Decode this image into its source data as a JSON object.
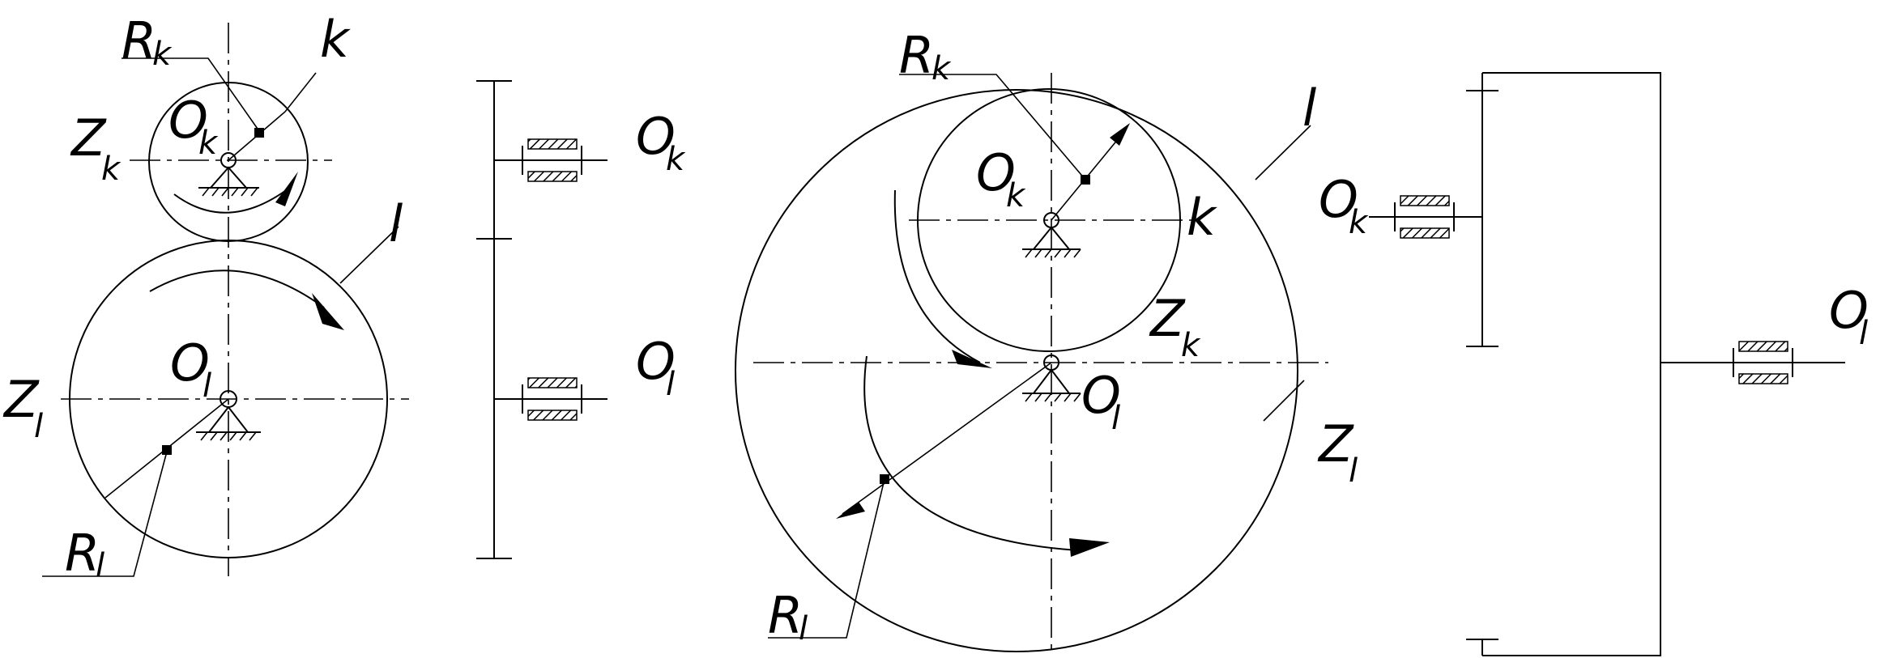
{
  "left_view": {
    "labels": {
      "Rk_main": "R",
      "Rk_sub": "k",
      "k": "k",
      "Zk_main": "Z",
      "Zk_sub": "k",
      "Ok_main": "O",
      "Ok_sub": "k",
      "l": "l",
      "Ol_main": "O",
      "Ol_sub": "l",
      "Zl_main": "Z",
      "Zl_sub": "l",
      "Rl_main": "R",
      "Rl_sub": "l"
    },
    "shaft_labels": {
      "Ok_main": "O",
      "Ok_sub": "k",
      "Ol_main": "O",
      "Ol_sub": "l"
    }
  },
  "right_view": {
    "labels": {
      "Rk_main": "R",
      "Rk_sub": "k",
      "l": "l",
      "Ok_main": "O",
      "Ok_sub": "k",
      "k": "k",
      "Zk_main": "Z",
      "Zk_sub": "k",
      "Ol_main": "O",
      "Ol_sub": "l",
      "Zl_main": "Z",
      "Zl_sub": "l",
      "Rl_main": "R",
      "Rl_sub": "l"
    },
    "shaft_labels": {
      "Ok_main": "O",
      "Ok_sub": "k",
      "Ol_main": "O",
      "Ol_sub": "l"
    }
  }
}
